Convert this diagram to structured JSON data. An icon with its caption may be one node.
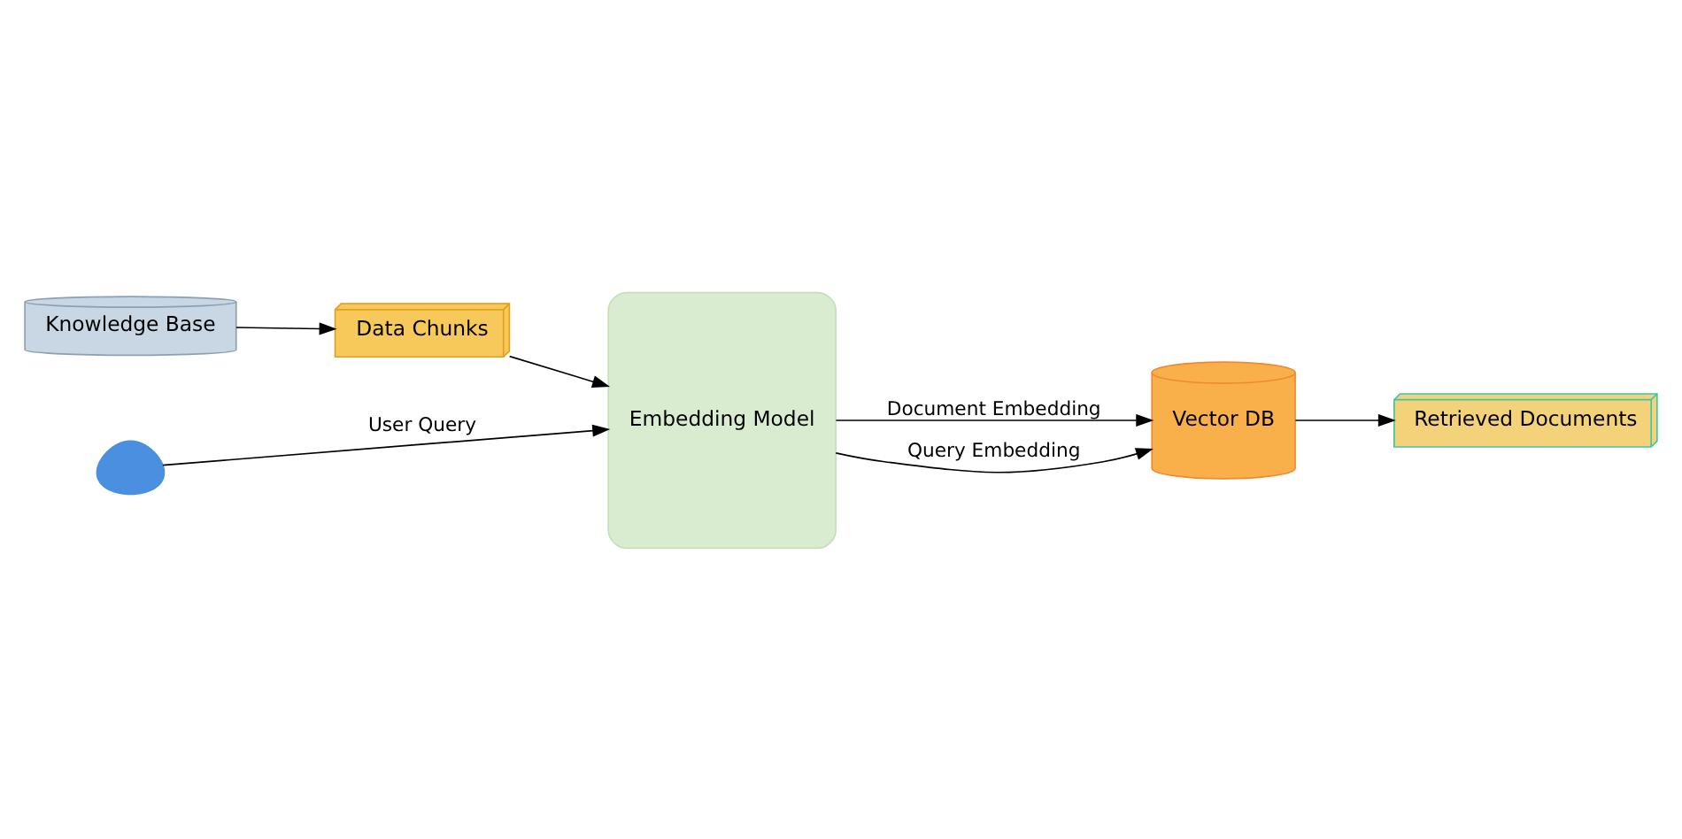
{
  "diagram": {
    "nodes": [
      {
        "text": [
          "Knowledge Base"
        ]
      },
      {
        "text": [
          "Data Chunks"
        ]
      },
      {
        "text": [
          "Embedding Model"
        ]
      },
      {
        "text": [],
        "shape": "person"
      },
      {
        "text": [
          "Vector DB"
        ]
      },
      {
        "text": [
          "Retrieved Documents"
        ]
      }
    ],
    "edges": [
      {
        "from": 0,
        "to": 1,
        "arrow": "to"
      },
      {
        "from": 1,
        "to": 2,
        "arrow": "to"
      },
      {
        "from": 3,
        "to": 2,
        "arrow": "to",
        "label": "User Query"
      },
      {
        "from": 2,
        "to": 4,
        "arrow": "to",
        "label": "Document Embedding"
      },
      {
        "from": 2,
        "to": 4,
        "arrow": "to",
        "label": "Query Embedding"
      },
      {
        "from": 4,
        "to": 5,
        "arrow": "to"
      }
    ]
  }
}
